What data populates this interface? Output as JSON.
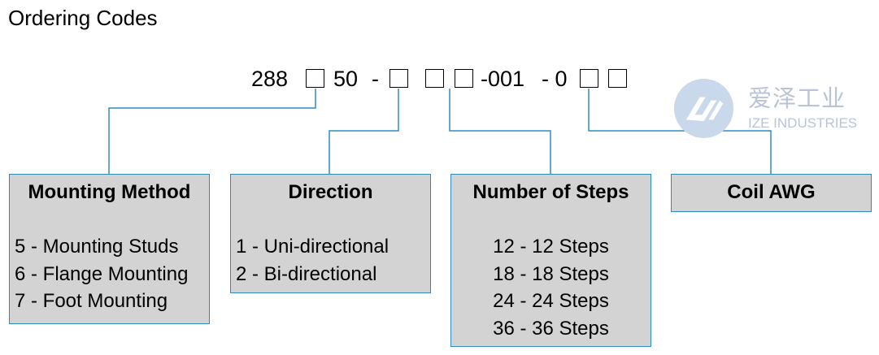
{
  "title": "Ordering Codes",
  "code": {
    "segments": [
      "288",
      "50",
      "-",
      "-001",
      "- 0"
    ]
  },
  "panels": {
    "mounting": {
      "title": "Mounting Method",
      "items": [
        "5 - Mounting Studs",
        "6 - Flange Mounting",
        "7 - Foot Mounting"
      ]
    },
    "direction": {
      "title": "Direction",
      "items": [
        "1 - Uni-directional",
        "2 - Bi-directional"
      ]
    },
    "steps": {
      "title": "Number of Steps",
      "items": [
        "12 - 12 Steps",
        "18 - 18 Steps",
        "24 - 24 Steps",
        "36 - 36 Steps"
      ]
    },
    "coil": {
      "title": "Coil AWG"
    }
  },
  "watermark": {
    "cn": "爱泽工业",
    "en": "IZE INDUSTRIES"
  },
  "colors": {
    "connector": "#2e8bc0",
    "panel_fill": "#d3d3d3",
    "watermark": "#b9c4d6"
  }
}
